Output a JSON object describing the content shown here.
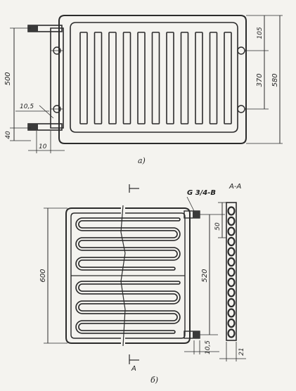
{
  "figure_a": {
    "caption": "а)",
    "dims": {
      "d500": "500",
      "d105": "105",
      "d370": "370",
      "d580": "580",
      "d10_5": "10,5",
      "d40": "40",
      "d10": "10"
    }
  },
  "figure_b": {
    "caption": "б)",
    "thread_label": "G 3/4-B",
    "section_label": "А-А",
    "section_marker": "А",
    "dims": {
      "d600": "600",
      "d520": "520",
      "d50": "50",
      "d10_5": "10,5",
      "d21": "21"
    }
  },
  "colors": {
    "ink": "#2b2b2b",
    "paper": "#f4f3ef",
    "fill_dark": "#3a3a3a"
  }
}
